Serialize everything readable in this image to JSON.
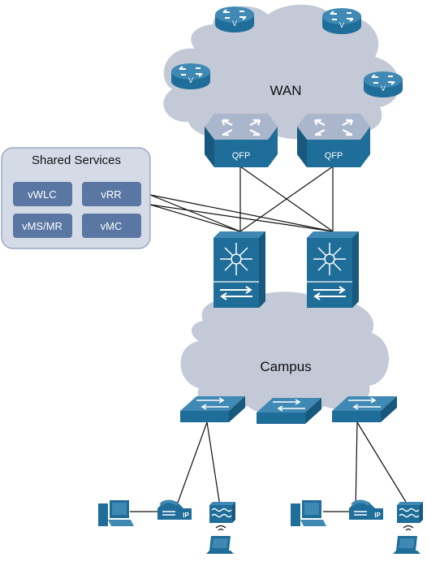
{
  "wan": {
    "label": "WAN",
    "router_badge": "V",
    "border_router_label": "QFP"
  },
  "campus": {
    "label": "Campus"
  },
  "shared_services": {
    "title": "Shared Services",
    "items": [
      "vWLC",
      "vRR",
      "vMS/MR",
      "vMC"
    ]
  },
  "endpoints": {
    "phone_badge": "IP"
  },
  "colors": {
    "cloud_fill": "#c3c9d7",
    "device_blue": "#1f6d99",
    "device_light": "#3f89b4",
    "service_box": "#5a77a3",
    "panel_fill": "#d5dbe6",
    "panel_stroke": "#8b9ab4",
    "router_top": "#a9b6cc"
  }
}
